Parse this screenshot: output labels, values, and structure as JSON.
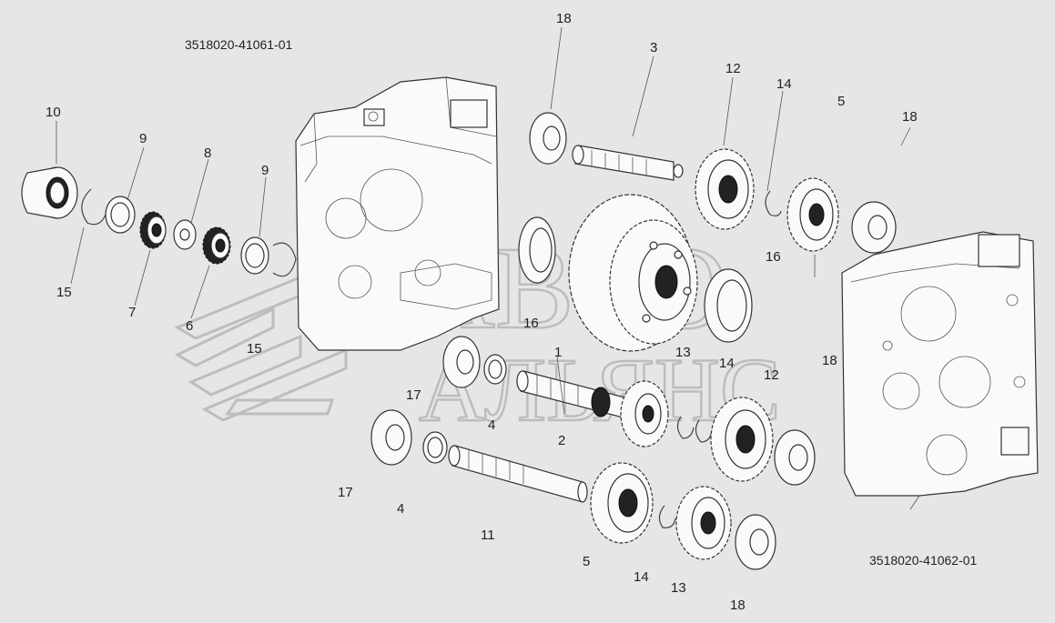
{
  "codes": {
    "left_assembly": "3518020-41061-01",
    "right_assembly": "3518020-41062-01"
  },
  "callouts": [
    "18",
    "3",
    "12",
    "14",
    "5",
    "18",
    "10",
    "9",
    "8",
    "9",
    "15",
    "7",
    "6",
    "15",
    "16",
    "16",
    "1",
    "13",
    "14",
    "12",
    "18",
    "17",
    "4",
    "2",
    "17",
    "4",
    "11",
    "5",
    "14",
    "13",
    "18"
  ],
  "watermark": {
    "line1": "АВТО",
    "line2": "АЛЬЯНС",
    "color": "#bdbdbd"
  }
}
